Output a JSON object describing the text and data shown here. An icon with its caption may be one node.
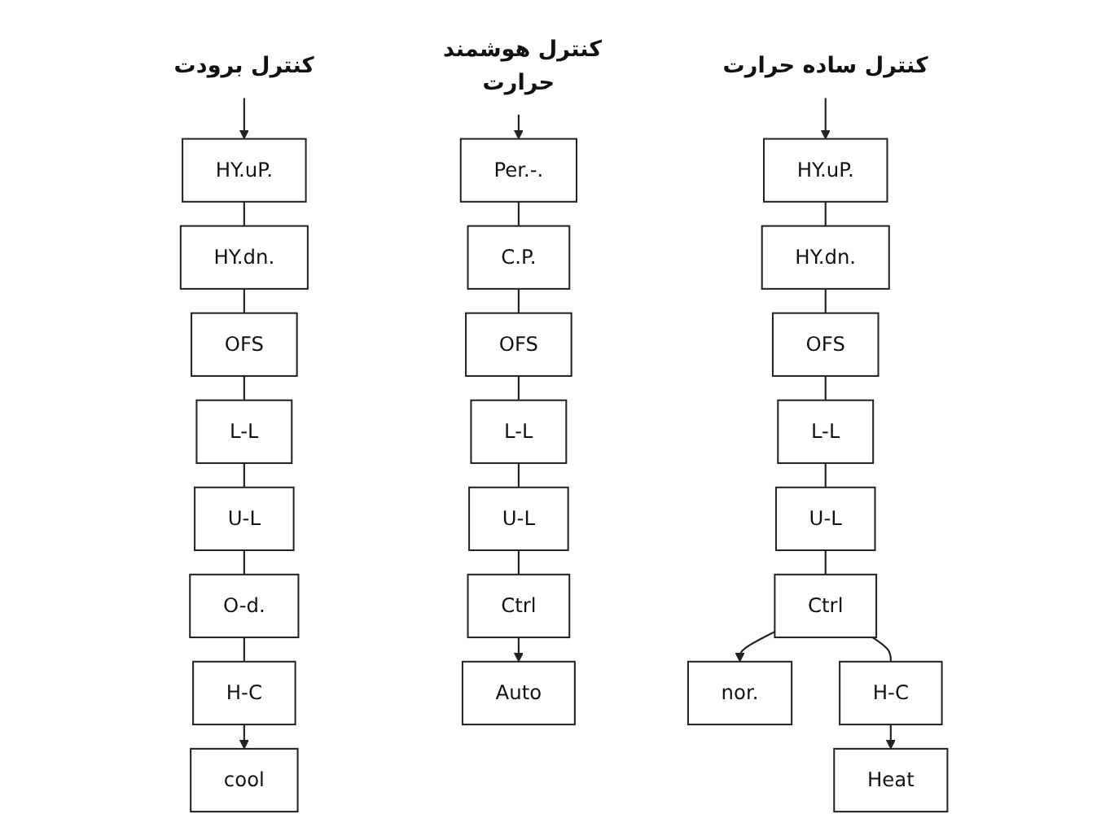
{
  "diagram": {
    "nodes": [
      {
        "text": [
          "کنترل برودت"
        ]
      },
      {
        "text": [
          "HY.uP."
        ]
      },
      {
        "text": [
          "HY.dn."
        ]
      },
      {
        "text": [
          "OFS"
        ]
      },
      {
        "text": [
          "L-L"
        ]
      },
      {
        "text": [
          "U-L"
        ]
      },
      {
        "text": [
          "O-d."
        ]
      },
      {
        "text": [
          "H-C"
        ]
      },
      {
        "text": [
          "cool"
        ]
      },
      {
        "text": [
          "کنترل هوشمند حرارت"
        ]
      },
      {
        "text": [
          "Per.-."
        ]
      },
      {
        "text": [
          "C.P."
        ]
      },
      {
        "text": [
          "OFS"
        ]
      },
      {
        "text": [
          "L-L"
        ]
      },
      {
        "text": [
          "U-L"
        ]
      },
      {
        "text": [
          "Ctrl"
        ]
      },
      {
        "text": [
          "Auto"
        ]
      },
      {
        "text": [
          "کنترل ساده حرارت"
        ]
      },
      {
        "text": [
          "HY.uP."
        ]
      },
      {
        "text": [
          "HY.dn."
        ]
      },
      {
        "text": [
          "OFS"
        ]
      },
      {
        "text": [
          "L-L"
        ]
      },
      {
        "text": [
          "U-L"
        ]
      },
      {
        "text": [
          "Ctrl"
        ]
      },
      {
        "text": [
          "nor."
        ]
      },
      {
        "text": [
          "H-C"
        ]
      },
      {
        "text": [
          "Heat"
        ]
      }
    ],
    "edges": [
      {
        "from": 0,
        "to": 1,
        "arrow": "to"
      },
      {
        "from": 1,
        "to": 2,
        "arrow": "none"
      },
      {
        "from": 2,
        "to": 3,
        "arrow": "none"
      },
      {
        "from": 3,
        "to": 4,
        "arrow": "none"
      },
      {
        "from": 4,
        "to": 5,
        "arrow": "none"
      },
      {
        "from": 5,
        "to": 6,
        "arrow": "none"
      },
      {
        "from": 6,
        "to": 7,
        "arrow": "none"
      },
      {
        "from": 7,
        "to": 8,
        "arrow": "to"
      },
      {
        "from": 9,
        "to": 10,
        "arrow": "to"
      },
      {
        "from": 10,
        "to": 11,
        "arrow": "none"
      },
      {
        "from": 11,
        "to": 12,
        "arrow": "none"
      },
      {
        "from": 12,
        "to": 13,
        "arrow": "none"
      },
      {
        "from": 13,
        "to": 14,
        "arrow": "none"
      },
      {
        "from": 14,
        "to": 15,
        "arrow": "none"
      },
      {
        "from": 15,
        "to": 16,
        "arrow": "to"
      },
      {
        "from": 17,
        "to": 18,
        "arrow": "to"
      },
      {
        "from": 18,
        "to": 19,
        "arrow": "none"
      },
      {
        "from": 19,
        "to": 20,
        "arrow": "none"
      },
      {
        "from": 20,
        "to": 21,
        "arrow": "none"
      },
      {
        "from": 21,
        "to": 22,
        "arrow": "none"
      },
      {
        "from": 22,
        "to": 23,
        "arrow": "none"
      },
      {
        "from": 23,
        "to": 24,
        "arrow": "to"
      },
      {
        "from": 23,
        "to": 25,
        "arrow": "none"
      },
      {
        "from": 25,
        "to": 26,
        "arrow": "to"
      }
    ]
  }
}
